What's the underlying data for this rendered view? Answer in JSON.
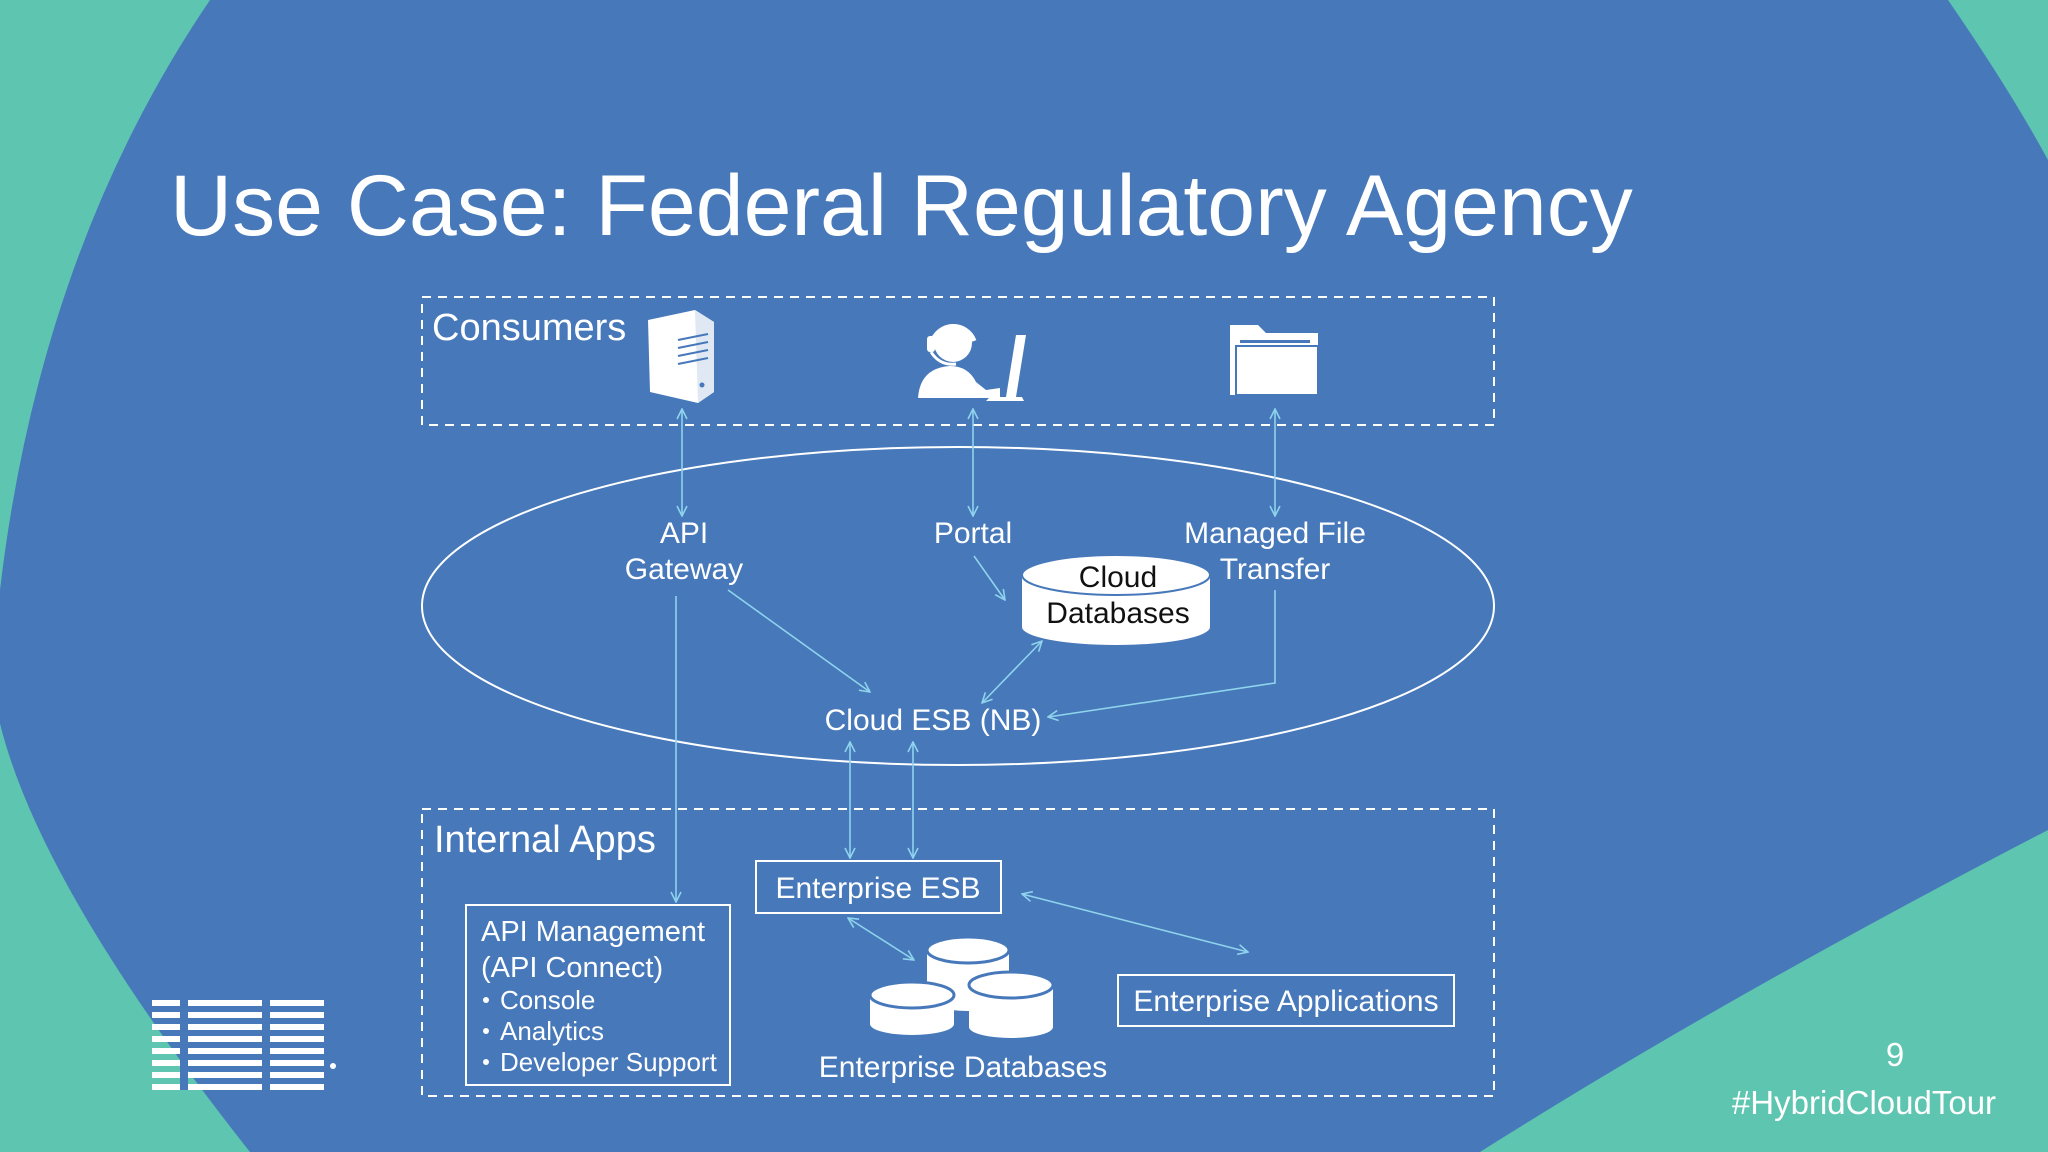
{
  "colors": {
    "background": "#4678ba",
    "accent_teal": "#5ec5b0",
    "text": "#ffffff",
    "arrow": "#8fd3ec"
  },
  "slide": {
    "title": "Use Case: Federal Regulatory Agency",
    "page_number": "9",
    "hashtag": "#HybridCloudTour",
    "logo_text": "IBM"
  },
  "consumers": {
    "label": "Consumers",
    "icons": [
      "server-icon",
      "support-agent-laptop-icon",
      "folder-icon"
    ]
  },
  "cloud": {
    "api_gateway": [
      "API",
      "Gateway"
    ],
    "portal": "Portal",
    "managed_file_transfer": [
      "Managed File",
      "Transfer"
    ],
    "cloud_databases": [
      "Cloud",
      "Databases"
    ],
    "cloud_esb": "Cloud ESB (NB)"
  },
  "internal_apps": {
    "label": "Internal Apps",
    "api_management": {
      "lines": [
        "API Management",
        "(API Connect)"
      ],
      "bullets": [
        "Console",
        "Analytics",
        "Developer Support"
      ]
    },
    "enterprise_esb": "Enterprise ESB",
    "enterprise_databases": "Enterprise Databases",
    "enterprise_applications": "Enterprise Applications"
  }
}
